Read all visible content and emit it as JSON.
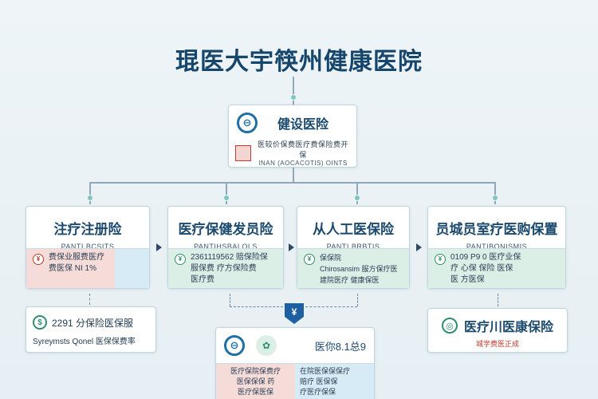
{
  "title": "琨医大宇筷州健康医院",
  "top_card": {
    "title": "健设医险",
    "line1": "医较价保费医疗费保险费开保",
    "line2": "INAN (AOCACOTIS) OINTS"
  },
  "cards": [
    {
      "title": "注疗注册险",
      "sub": "PANTI BCSITS",
      "band_lines": [
        "费保业服费医疗",
        "费医保 NI 1%"
      ]
    },
    {
      "title": "医疗保健发员险",
      "sub": "PANTIHSBALOLS",
      "band_lines": [
        "2361119562 赔保险保",
        "服保费 疗方保险费",
        "医疗费"
      ]
    },
    {
      "title": "从人工医保险",
      "sub": "PANTI BRBTIS",
      "band_lines": [
        "保保院",
        "Chirosansim 服方保疗医",
        "建院医疗 健康保医"
      ]
    },
    {
      "title": "员城员室疗医购保置",
      "sub": "PANTIBONISMIS",
      "band_lines": [
        "0109 P9 0 医疗业保",
        "疗 心保 保险 医保",
        "医 方医保"
      ]
    }
  ],
  "bottom_left": {
    "line1": "2291 分保险医保服",
    "line2": "Syreymsts Qonel 医保保费率"
  },
  "bottom_center": {
    "badge": "¥",
    "right_label": "医你8.1总9",
    "band_left": [
      "医疗保院保费疗",
      "医保保保 药",
      "医疗保医保"
    ],
    "band_right": [
      "在院医保保保疗",
      "赔疗 医保保",
      "疗医疗保保"
    ]
  },
  "bottom_right": {
    "title": "医疗川医康保险",
    "sub": "城学费医正成"
  },
  "colors": {
    "accent_teal": "#2f8f6d",
    "accent_blue": "#1d6fa6",
    "accent_red": "#c0392b",
    "band_blue": "#d7ebf6",
    "band_red": "#f6dcd9",
    "band_green": "#dcefe6"
  },
  "icons": {
    "top": "shield-logo-icon",
    "card0": "yen-coin-icon",
    "card1": "yen-coin-icon",
    "card2": "yen-coin-icon",
    "card3": "yen-coin-icon",
    "bottom_left": "dollar-coin-icon",
    "bottom_center": "hospital-logo-icon",
    "bottom_right": "globe-icon"
  }
}
